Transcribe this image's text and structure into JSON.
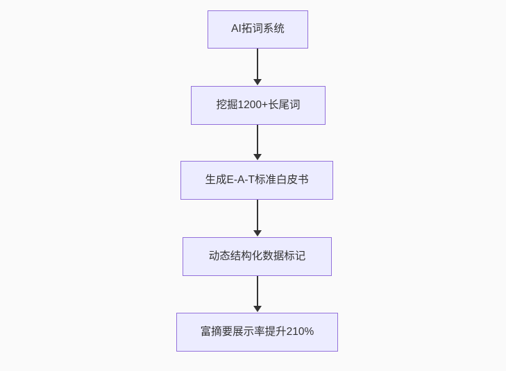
{
  "diagram": {
    "type": "flowchart",
    "direction": "top-to-bottom",
    "nodes": [
      {
        "label": "AI拓词系统"
      },
      {
        "label": "挖掘1200+长尾词"
      },
      {
        "label": "生成E-A-T标准白皮书"
      },
      {
        "label": "动态结构化数据标记"
      },
      {
        "label": "富摘要展示率提升210%"
      }
    ],
    "edges": [
      {
        "from": 0,
        "to": 1
      },
      {
        "from": 1,
        "to": 2
      },
      {
        "from": 2,
        "to": 3
      },
      {
        "from": 3,
        "to": 4
      }
    ],
    "colors": {
      "background": "#fafafa",
      "node_fill": "#ececff",
      "node_border": "#9370db",
      "node_text": "#333333",
      "arrow": "#333333"
    }
  }
}
